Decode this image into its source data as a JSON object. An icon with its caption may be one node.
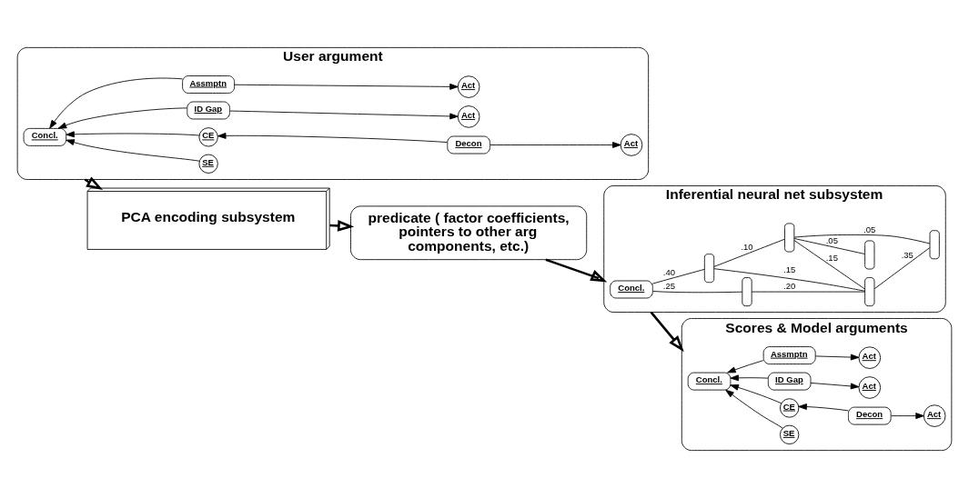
{
  "diagram": {
    "nodes": [
      {
        "text": [
          "User argument"
        ]
      },
      {
        "text": [
          "Concl."
        ],
        "in": 0
      },
      {
        "text": [
          "SE"
        ],
        "in": 0
      },
      {
        "text": [
          "CE"
        ],
        "in": 0
      },
      {
        "text": [
          "Decon"
        ],
        "in": 0
      },
      {
        "text": [
          "Act"
        ],
        "in": 0
      },
      {
        "text": [
          "ID Gap"
        ],
        "in": 0
      },
      {
        "text": [
          "Act"
        ],
        "in": 0
      },
      {
        "text": [
          "Assmptn"
        ],
        "in": 0
      },
      {
        "text": [
          "Act"
        ],
        "in": 0
      },
      {
        "text": [
          "PCA encoding subsystem"
        ]
      },
      {
        "text": [
          "predicate ( factor coefficients, pointers to other arg components, etc.)"
        ]
      },
      {
        "text": [
          "Inferential neural net subsystem"
        ]
      },
      {
        "text": [
          "Concl."
        ],
        "in": 12
      },
      {
        "text": [],
        "shape": "bar",
        "in": 12
      },
      {
        "text": [],
        "shape": "bar",
        "in": 12
      },
      {
        "text": [],
        "shape": "bar",
        "in": 12
      },
      {
        "text": [],
        "shape": "bar",
        "in": 12
      },
      {
        "text": [],
        "shape": "bar",
        "in": 12
      },
      {
        "text": [],
        "shape": "bar",
        "in": 12
      },
      {
        "text": [
          "Scores & Model arguments"
        ]
      },
      {
        "text": [
          "Concl."
        ],
        "in": 20
      },
      {
        "text": [
          "SE"
        ],
        "in": 20
      },
      {
        "text": [
          "CE"
        ],
        "in": 20
      },
      {
        "text": [
          "Decon"
        ],
        "in": 20
      },
      {
        "text": [
          "Act"
        ],
        "in": 20
      },
      {
        "text": [
          "ID Gap"
        ],
        "in": 20
      },
      {
        "text": [
          "Act"
        ],
        "in": 20
      },
      {
        "text": [
          "Assmptn"
        ],
        "in": 20
      },
      {
        "text": [
          "Act"
        ],
        "in": 20
      }
    ],
    "edges": [
      {
        "from": 2,
        "to": 1,
        "arrow": "to"
      },
      {
        "from": 3,
        "to": 1,
        "arrow": "to"
      },
      {
        "from": 6,
        "to": 1,
        "arrow": "to"
      },
      {
        "from": 8,
        "to": 1,
        "arrow": "to"
      },
      {
        "from": 4,
        "to": 3,
        "arrow": "to"
      },
      {
        "from": 4,
        "to": 5,
        "arrow": "to"
      },
      {
        "from": 6,
        "to": 7,
        "arrow": "to"
      },
      {
        "from": 8,
        "to": 9,
        "arrow": "to"
      },
      {
        "from": 0,
        "to": 10,
        "arrow": "to",
        "style": "thick"
      },
      {
        "from": 10,
        "to": 11,
        "arrow": "to",
        "style": "thick"
      },
      {
        "from": 11,
        "to": 12,
        "arrow": "to",
        "style": "thick"
      },
      {
        "from": 13,
        "to": 14,
        "arrow": "none",
        "label": ".25"
      },
      {
        "from": 13,
        "to": 15,
        "arrow": "none",
        "label": ".40"
      },
      {
        "from": 14,
        "to": 17,
        "arrow": "none",
        "label": ".20"
      },
      {
        "from": 15,
        "to": 17,
        "arrow": "none",
        "label": ".15"
      },
      {
        "from": 15,
        "to": 16,
        "arrow": "none",
        "label": ".10"
      },
      {
        "from": 16,
        "to": 17,
        "arrow": "none",
        "label": ".15"
      },
      {
        "from": 17,
        "to": 18,
        "arrow": "none",
        "label": ".35"
      },
      {
        "from": 16,
        "to": 18,
        "arrow": "none",
        "label": ".05"
      },
      {
        "from": 16,
        "to": 19,
        "arrow": "none",
        "label": ".05"
      },
      {
        "from": 12,
        "to": 20,
        "arrow": "to",
        "style": "thick"
      },
      {
        "from": 22,
        "to": 21,
        "arrow": "to"
      },
      {
        "from": 23,
        "to": 21,
        "arrow": "to"
      },
      {
        "from": 26,
        "to": 21,
        "arrow": "to"
      },
      {
        "from": 28,
        "to": 21,
        "arrow": "to"
      },
      {
        "from": 24,
        "to": 23,
        "arrow": "to"
      },
      {
        "from": 24,
        "to": 25,
        "arrow": "to"
      },
      {
        "from": 26,
        "to": 27,
        "arrow": "to"
      },
      {
        "from": 28,
        "to": 29,
        "arrow": "to"
      }
    ]
  }
}
